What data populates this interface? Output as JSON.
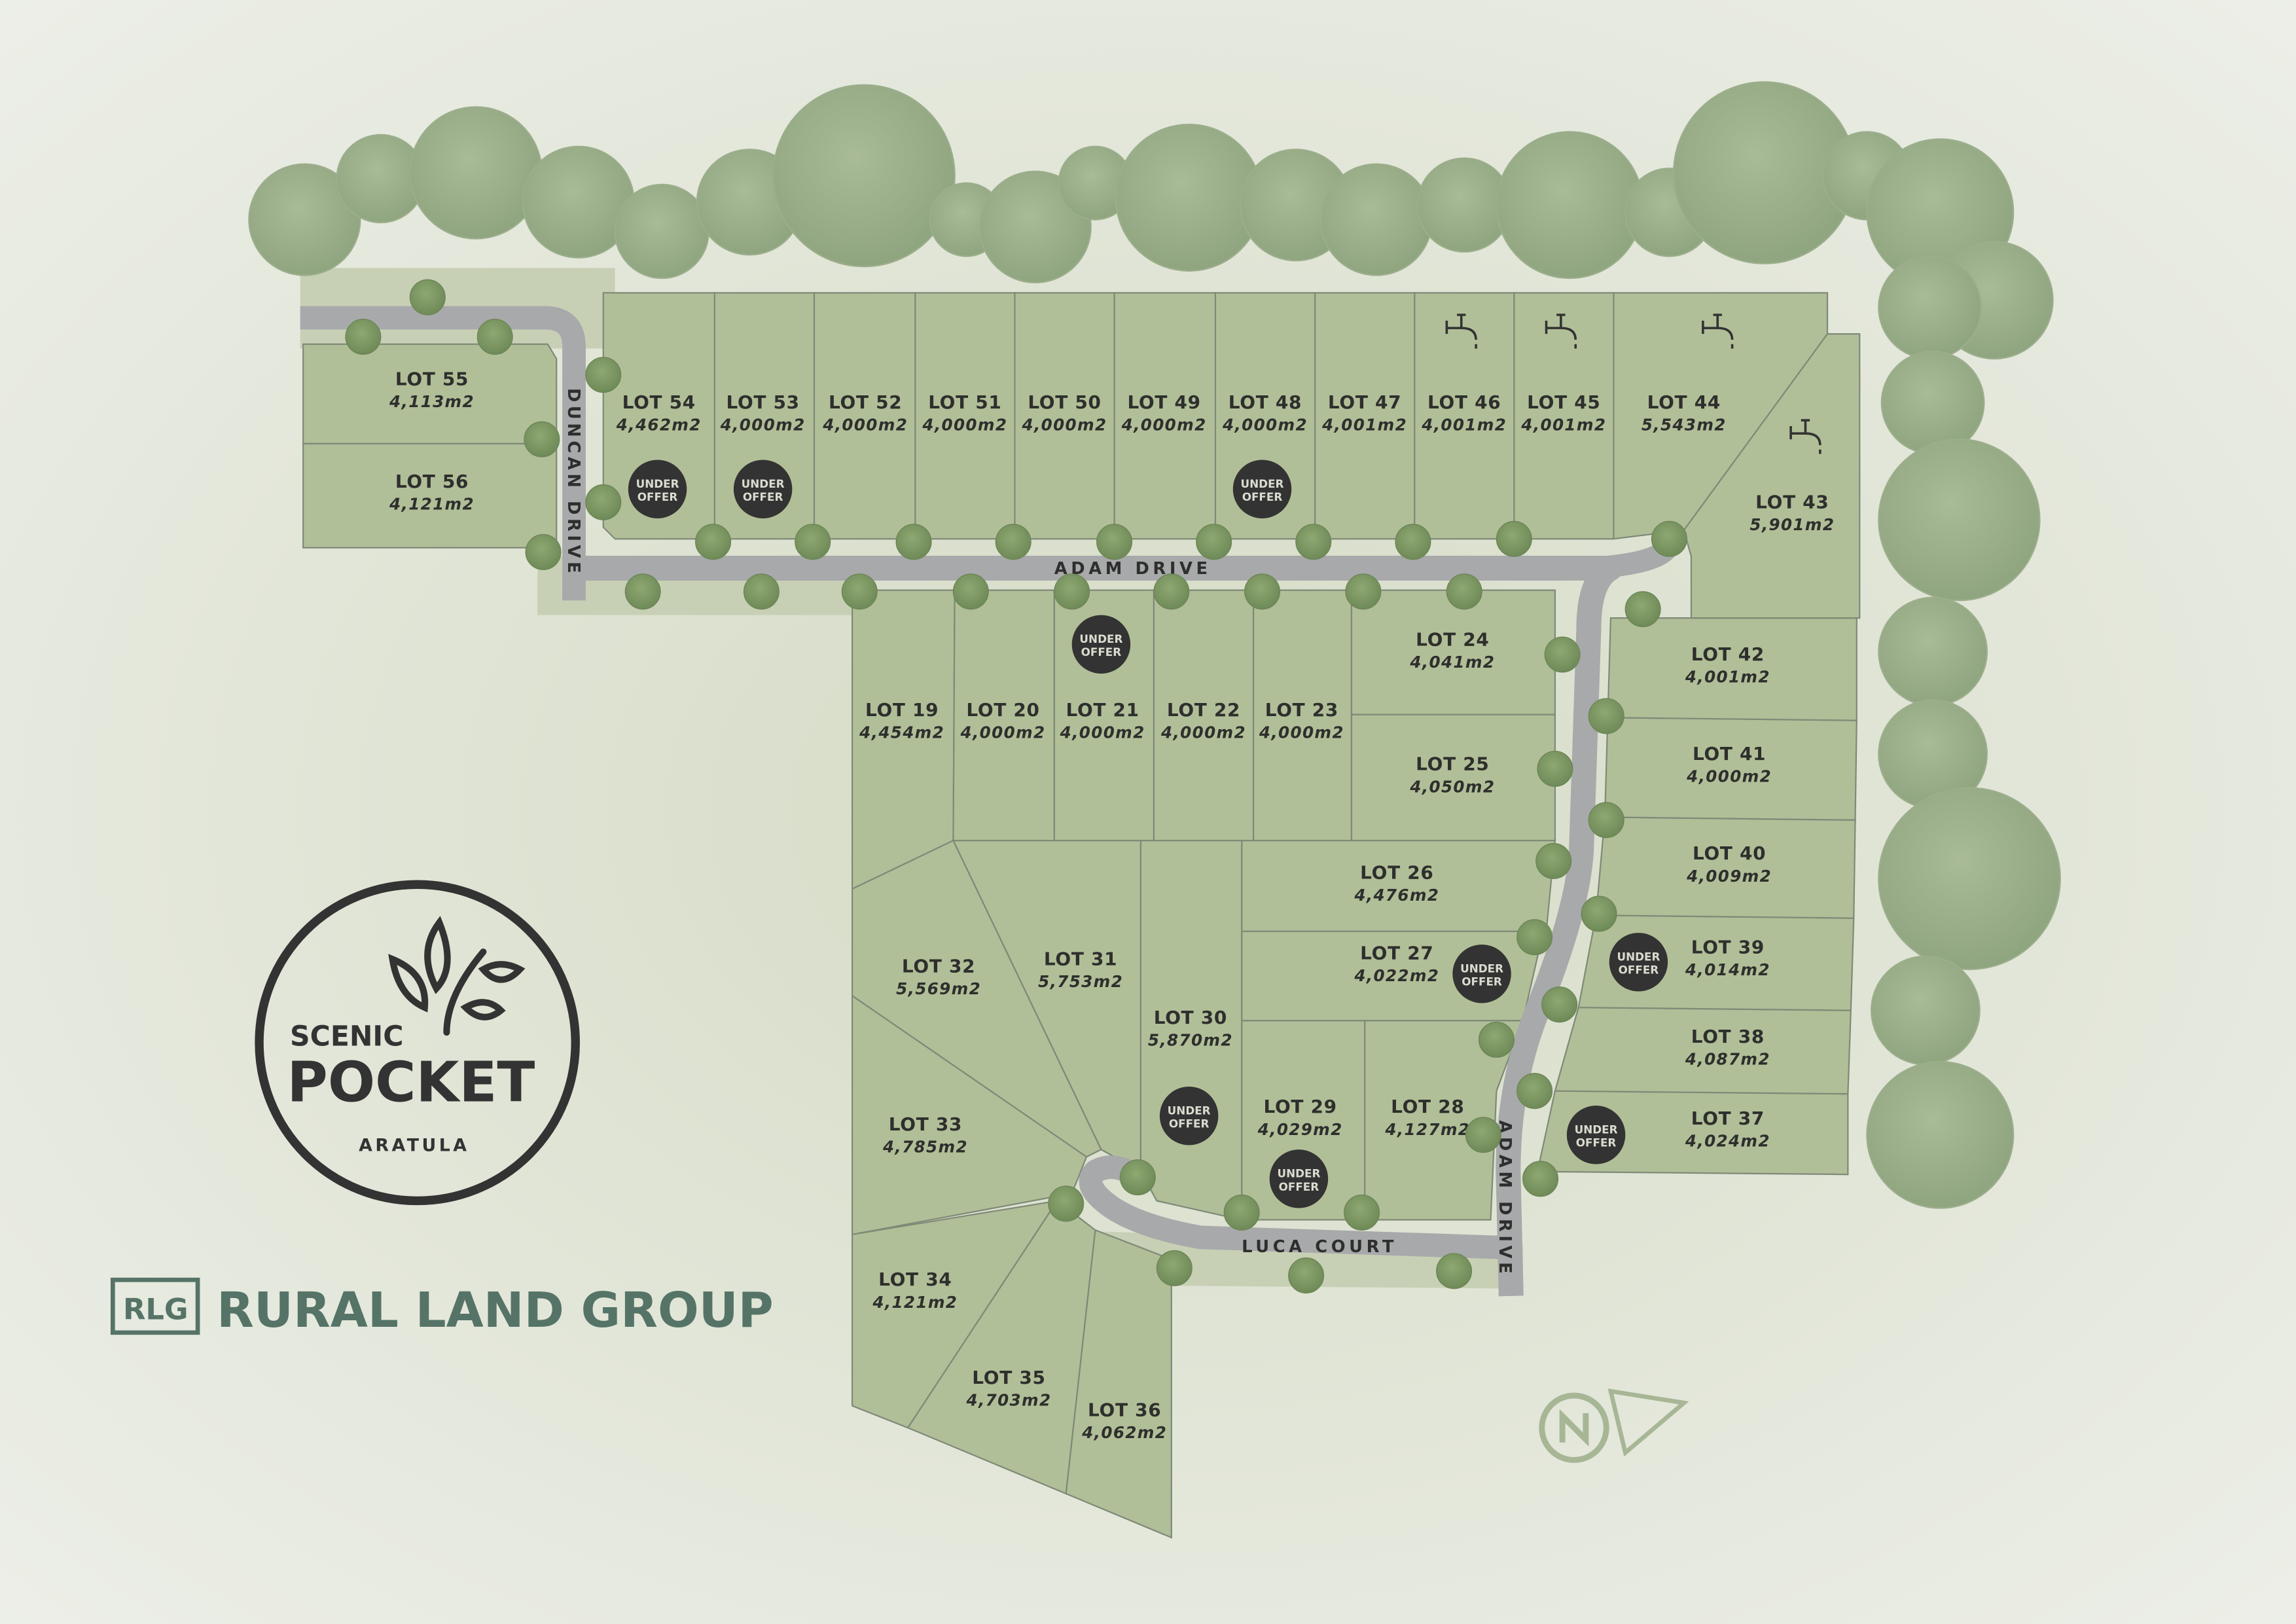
{
  "brand": {
    "logo_line1": "SCENIC",
    "logo_line2": "POCKET",
    "logo_line3": "ARATULA",
    "rlg_mark": "RLG",
    "rlg_name": "RURAL LAND GROUP"
  },
  "colors": {
    "lot_fill": "#b1bf98",
    "lot_border": "#7f8a78",
    "road": "#a8a9ab",
    "badge": "#333333",
    "brand_green": "#557467",
    "background": "#e4e8dc"
  },
  "roads": {
    "adam_drive": "ADAM DRIVE",
    "duncan_drive": "DUNCAN DRIVE",
    "luca_court": "LUCA COURT",
    "adam_drive_south": "ADAM DRIVE"
  },
  "badge": {
    "line1": "UNDER",
    "line2": "OFFER"
  },
  "icons": {
    "water_tap": "water-tap-icon",
    "north_arrow": "north-arrow-icon"
  },
  "lots": [
    {
      "id": 19,
      "label": "LOT 19",
      "area": "4,454m2",
      "under_offer": false
    },
    {
      "id": 20,
      "label": "LOT 20",
      "area": "4,000m2",
      "under_offer": false
    },
    {
      "id": 21,
      "label": "LOT 21",
      "area": "4,000m2",
      "under_offer": true
    },
    {
      "id": 22,
      "label": "LOT 22",
      "area": "4,000m2",
      "under_offer": false
    },
    {
      "id": 23,
      "label": "LOT 23",
      "area": "4,000m2",
      "under_offer": false
    },
    {
      "id": 24,
      "label": "LOT 24",
      "area": "4,041m2",
      "under_offer": false
    },
    {
      "id": 25,
      "label": "LOT 25",
      "area": "4,050m2",
      "under_offer": false
    },
    {
      "id": 26,
      "label": "LOT 26",
      "area": "4,476m2",
      "under_offer": false
    },
    {
      "id": 27,
      "label": "LOT 27",
      "area": "4,022m2",
      "under_offer": true
    },
    {
      "id": 28,
      "label": "LOT 28",
      "area": "4,127m2",
      "under_offer": false
    },
    {
      "id": 29,
      "label": "LOT 29",
      "area": "4,029m2",
      "under_offer": true
    },
    {
      "id": 30,
      "label": "LOT 30",
      "area": "5,870m2",
      "under_offer": true
    },
    {
      "id": 31,
      "label": "LOT 31",
      "area": "5,753m2",
      "under_offer": false
    },
    {
      "id": 32,
      "label": "LOT 32",
      "area": "5,569m2",
      "under_offer": false
    },
    {
      "id": 33,
      "label": "LOT 33",
      "area": "4,785m2",
      "under_offer": false
    },
    {
      "id": 34,
      "label": "LOT 34",
      "area": "4,121m2",
      "under_offer": false
    },
    {
      "id": 35,
      "label": "LOT 35",
      "area": "4,703m2",
      "under_offer": false
    },
    {
      "id": 36,
      "label": "LOT 36",
      "area": "4,062m2",
      "under_offer": false
    },
    {
      "id": 37,
      "label": "LOT 37",
      "area": "4,024m2",
      "under_offer": true
    },
    {
      "id": 38,
      "label": "LOT 38",
      "area": "4,087m2",
      "under_offer": false
    },
    {
      "id": 39,
      "label": "LOT 39",
      "area": "4,014m2",
      "under_offer": true
    },
    {
      "id": 40,
      "label": "LOT 40",
      "area": "4,009m2",
      "under_offer": false
    },
    {
      "id": 41,
      "label": "LOT 41",
      "area": "4,000m2",
      "under_offer": false
    },
    {
      "id": 42,
      "label": "LOT 42",
      "area": "4,001m2",
      "under_offer": false
    },
    {
      "id": 43,
      "label": "LOT 43",
      "area": "5,901m2",
      "under_offer": false,
      "water_tap": true
    },
    {
      "id": 44,
      "label": "LOT 44",
      "area": "5,543m2",
      "under_offer": false,
      "water_tap": true
    },
    {
      "id": 45,
      "label": "LOT 45",
      "area": "4,001m2",
      "under_offer": false,
      "water_tap": true
    },
    {
      "id": 46,
      "label": "LOT 46",
      "area": "4,001m2",
      "under_offer": false,
      "water_tap": true
    },
    {
      "id": 47,
      "label": "LOT 47",
      "area": "4,001m2",
      "under_offer": false
    },
    {
      "id": 48,
      "label": "LOT 48",
      "area": "4,000m2",
      "under_offer": true
    },
    {
      "id": 49,
      "label": "LOT 49",
      "area": "4,000m2",
      "under_offer": false
    },
    {
      "id": 50,
      "label": "LOT 50",
      "area": "4,000m2",
      "under_offer": false
    },
    {
      "id": 51,
      "label": "LOT 51",
      "area": "4,000m2",
      "under_offer": false
    },
    {
      "id": 52,
      "label": "LOT 52",
      "area": "4,000m2",
      "under_offer": false
    },
    {
      "id": 53,
      "label": "LOT 53",
      "area": "4,000m2",
      "under_offer": true
    },
    {
      "id": 54,
      "label": "LOT 54",
      "area": "4,462m2",
      "under_offer": true
    },
    {
      "id": 55,
      "label": "LOT 55",
      "area": "4,113m2",
      "under_offer": false
    },
    {
      "id": 56,
      "label": "LOT 56",
      "area": "4,121m2",
      "under_offer": false
    }
  ]
}
